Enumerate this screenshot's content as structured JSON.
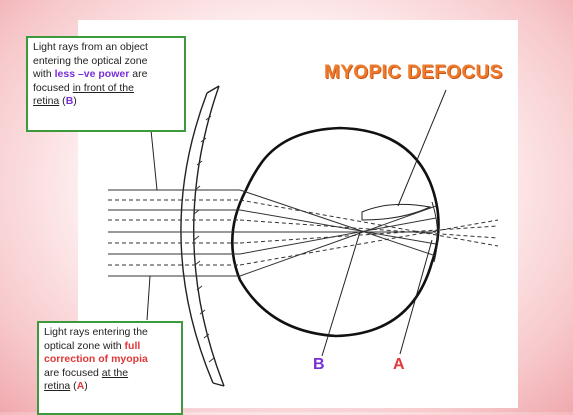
{
  "title": "MYOPIC DEFOCUS",
  "note_top": {
    "line1": "Light rays from an object",
    "line2": "entering the optical zone",
    "line3_pre": "with ",
    "line3_em": "less –ve power",
    "line3_post": " are",
    "line4_pre": "focused ",
    "line4_ul": "in front of the",
    "line5_ul": "retina",
    "line5_open": " (",
    "line5_em": "B",
    "line5_close": ")"
  },
  "note_bottom": {
    "line1": "Light rays entering the",
    "line2_pre": "optical zone with ",
    "line2_em": "full",
    "line3_em": "correction of myopia",
    "line4_pre": "are focused ",
    "line4_ul": "at the",
    "line5_ul": "retina",
    "line5_open": " (",
    "line5_em": "A",
    "line5_close": ")"
  },
  "labels": {
    "b": "B",
    "a": "A"
  },
  "colors": {
    "title": "#ee7b2c",
    "emphasis_purple": "#7a2fd6",
    "emphasis_red": "#e03838",
    "note_border": "#3c9a3c"
  }
}
